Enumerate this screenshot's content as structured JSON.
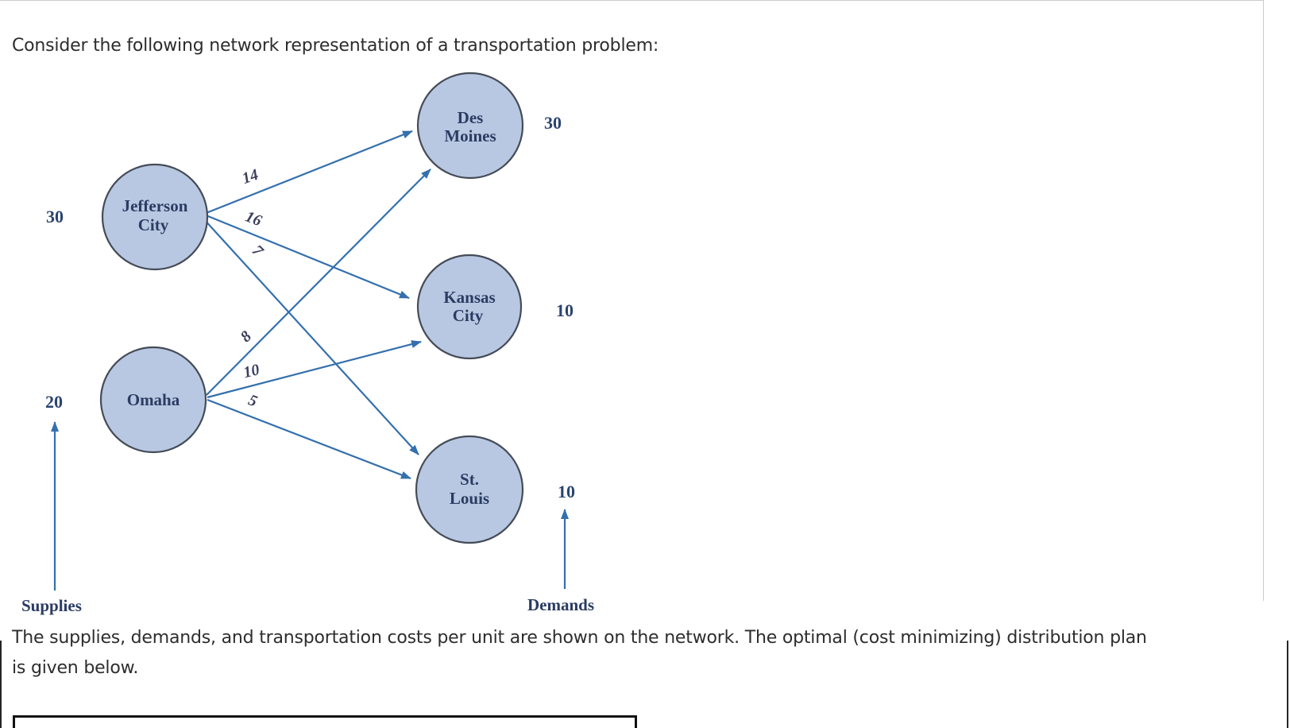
{
  "intro": {
    "text": "Consider the following network representation of a transportation problem:"
  },
  "figure": {
    "axis": {
      "supplies_label": "Supplies",
      "demands_label": "Demands"
    },
    "nodes": {
      "jefferson_city": {
        "line1": "Jefferson",
        "line2": "City",
        "supply": "30"
      },
      "omaha": {
        "line1": "Omaha",
        "supply": "20"
      },
      "des_moines": {
        "line1": "Des",
        "line2": "Moines",
        "demand": "30"
      },
      "kansas_city": {
        "line1": "Kansas",
        "line2": "City",
        "demand": "10"
      },
      "st_louis": {
        "line1": "St.",
        "line2": "Louis",
        "demand": "10"
      }
    },
    "edges": {
      "jc_dm": {
        "from": "Jefferson City",
        "to": "Des Moines",
        "cost": "14"
      },
      "jc_kc": {
        "from": "Jefferson City",
        "to": "Kansas City",
        "cost": "16"
      },
      "jc_sl": {
        "from": "Jefferson City",
        "to": "St. Louis",
        "cost": "7"
      },
      "om_dm": {
        "from": "Omaha",
        "to": "Des Moines",
        "cost": "8"
      },
      "om_kc": {
        "from": "Omaha",
        "to": "Kansas City",
        "cost": "10"
      },
      "om_sl": {
        "from": "Omaha",
        "to": "St. Louis",
        "cost": "5"
      }
    },
    "colors": {
      "node_fill": "#b9c8e2",
      "node_stroke": "#454c58",
      "edge_blue": "#3470ad",
      "figure_text": "#2b3c63"
    }
  },
  "body": {
    "lines": [
      "The supplies, demands, and transportation costs per unit are shown on the network. The optimal (cost minimizing) distribution plan",
      "is given below."
    ]
  }
}
